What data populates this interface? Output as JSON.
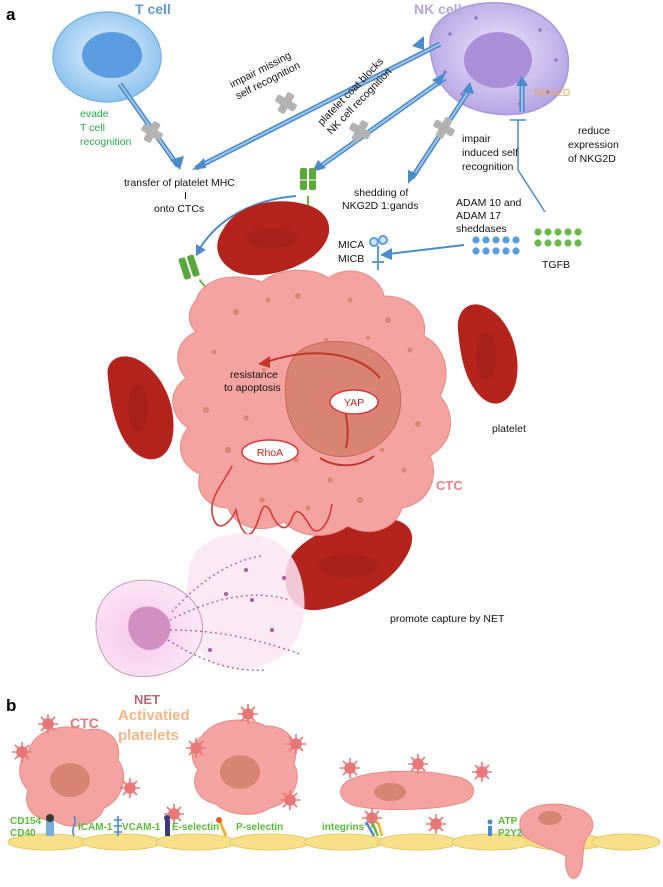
{
  "panels": {
    "a": "a",
    "b": "b"
  },
  "cells": {
    "t_cell": "T cell",
    "nk_cell": "NK cell",
    "ctc": "CTC",
    "net": "NET",
    "platelet": "platelet"
  },
  "labels": {
    "evade": [
      "evade",
      "T cell",
      "recognition"
    ],
    "impair_missing": [
      "impair  missing",
      "self recognition"
    ],
    "platelet_coat": [
      "platelet coat blocks",
      "NK cell recognition"
    ],
    "impair_induced": [
      "impair",
      "induced self",
      "recognition"
    ],
    "nkg2d": "NKG2D",
    "reduce_expression": [
      "reduce",
      "expression",
      "of NKG2D"
    ],
    "transfer": [
      "transfer of platelet MHC",
      "I",
      "onto CTCs"
    ],
    "shedding": [
      "shedding of",
      "NKG2D 1:gands"
    ],
    "adam": [
      "ADAM 10 and",
      "ADAM 17",
      "sheddases"
    ],
    "mica": [
      "MICA",
      "MICB"
    ],
    "tgfb": "TGFB",
    "resistance": [
      "resistance",
      "to apoptosis"
    ],
    "yap": "YAP",
    "rhoa": "RhoA",
    "promote_capture": "promote capture by NET"
  },
  "panel_b": {
    "ctc": "CTC",
    "activated_platelets": [
      "Activatied",
      "platelets"
    ],
    "cd154": "CD154",
    "cd40": "CD40",
    "icam": "ICAM-1",
    "vcam": "VCAM-1",
    "eselectin": "E-selectin",
    "pselectin": "P-selectin",
    "integrins": "integrins",
    "atp": "ATP",
    "p2y2": "P2Y2"
  },
  "colors": {
    "arrow_blue": "#4a8bcb",
    "platelet_red": "#b4241c",
    "ctc_pink": "#f4a3a0",
    "nk_purple": "#c7b5ea",
    "t_blue": "#8ec3ef",
    "green_receptor": "#5aa83a",
    "endothelium": "#f8e08a"
  }
}
